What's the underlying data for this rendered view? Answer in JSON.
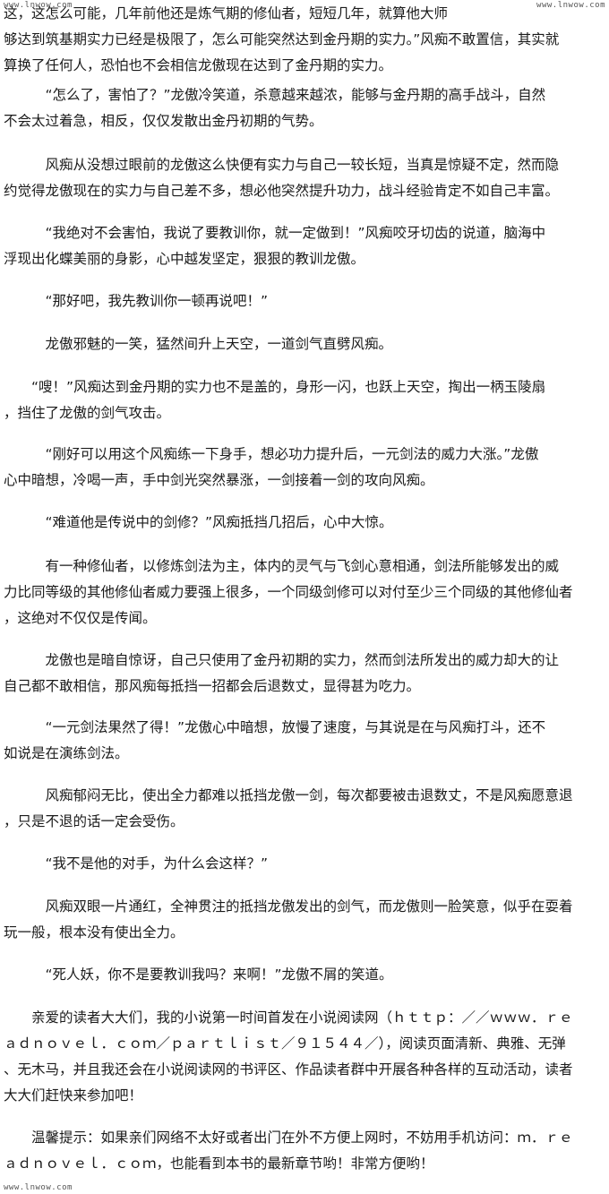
{
  "watermarks": {
    "top_left": "www.lnwow.com",
    "top_right": "www.lnwow.com",
    "bottom_left": "www.lnwow.com"
  },
  "paragraphs": [
    "这，这怎么可能，几年前他还是炼气期的修仙者，短短几年，就算他大师\n够达到筑基期实力已经是极限了，怎么可能突然达到金丹期的实力。”风痴不敢置信，其实就\n算换了任何人，恐怕也不会相信龙傲现在达到了金丹期的实力。",
    "　　　“怎么了，害怕了？”龙傲冷笑道，杀意越来越浓，能够与金丹期的高手战斗，自然\n不会太过着急，相反，仅仅发散出金丹初期的气势。",
    "　　　风痴从没想过眼前的龙傲这么快便有实力与自己一较长短，当真是惊疑不定，然而隐\n约觉得龙傲现在的实力与自己差不多，想必他突然提升功力，战斗经验肯定不如自己丰富。",
    "　　　“我绝对不会害怕，我说了要教训你，就一定做到！”风痴咬牙切齿的说道，脑海中\n浮现出化蝶美丽的身影，心中越发坚定，狠狠的教训龙傲。",
    "　　　“那好吧，我先教训你一顿再说吧！”",
    "　　　龙傲邪魅的一笑，猛然间升上天空，一道剑气直劈风痴。",
    "　　“嗖！”风痴达到金丹期的实力也不是盖的，身形一闪，也跃上天空，掏出一柄玉陵扇\n，挡住了龙傲的剑气攻击。",
    "　　　“刚好可以用这个风痴练一下身手，想必功力提升后，一元剑法的威力大涨。”龙傲\n心中暗想，冷喝一声，手中剑光突然暴涨，一剑接着一剑的攻向风痴。",
    "　　　“难道他是传说中的剑修？”风痴抵挡几招后，心中大惊。",
    "　　　有一种修仙者，以修炼剑法为主，体内的灵气与飞剑心意相通，剑法所能够发出的威\n力比同等级的其他修仙者威力要强上很多，一个同级剑修可以对付至少三个同级的其他修仙者\n，这绝对不仅仅是传闻。",
    "　　　龙傲也是暗自惊讶，自己只使用了金丹初期的实力，然而剑法所发出的威力却大的让\n自己都不敢相信，那风痴每抵挡一招都会后退数丈，显得甚为吃力。",
    "　　　“一元剑法果然了得！”龙傲心中暗想，放慢了速度，与其说是在与风痴打斗，还不\n如说是在演练剑法。",
    "　　　风痴郁闷无比，使出全力都难以抵挡龙傲一剑，每次都要被击退数丈，不是风痴愿意退\n，只是不退的话一定会受伤。",
    "　　　“我不是他的对手，为什么会这样？”",
    "　　　风痴双眼一片通红，全神贯注的抵挡龙傲发出的剑气，而龙傲则一脸笑意，似乎在耍着\n玩一般，根本没有使出全力。",
    "　　　“死人妖，你不是要教训我吗？来啊！”龙傲不屑的笑道。",
    "　　亲爱的读者大大们，我的小说第一时间首发在小说阅读网（ｈｔｔｐ：／／ｗｗｗ．ｒｅ\nａｄｎｏｖｅｌ．ｃｏｍ／ｐａｒｔｌｉｓｔ／９１５４４／），阅读页面清新、典雅、无弹\n、无木马，并且我还会在小说阅读网的书评区、作品读者群中开展各种各样的互动活动，读者\n大大们赶快来参加吧！",
    "　　温馨提示：如果亲们网络不太好或者出门在外不方便上网时，不妨用手机访问：ｍ．ｒｅ\nａｄｎｏｖｅｌ．ｃｏｍ，也能看到本书的最新章节哟！非常方便哟！"
  ]
}
